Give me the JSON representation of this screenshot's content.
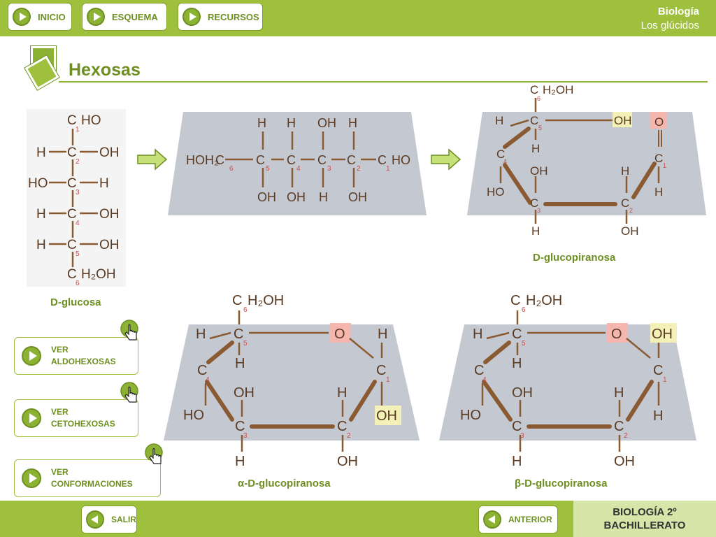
{
  "nav": {
    "inicio": "INICIO",
    "esquema": "ESQUEMA",
    "recursos": "RECURSOS"
  },
  "subject": {
    "line1": "Biología",
    "line2": "Los glúcidos"
  },
  "page_title": "Hexosas",
  "labels": {
    "d_glucosa": "D-glucosa",
    "d_glucopiranosa": "D-glucopiranosa",
    "alpha": "α-D-glucopiranosa",
    "beta": "β-D-glucopiranosa"
  },
  "side_buttons": {
    "aldo": [
      "VER",
      "ALDOHEXOSAS"
    ],
    "ceto": [
      "VER",
      "CETOHEXOSAS"
    ],
    "conf": [
      "VER",
      "CONFORMACIONES"
    ]
  },
  "bottom": {
    "salir": "SALIR",
    "anterior": "ANTERIOR",
    "course_line1": "BIOLOGÍA 2º",
    "course_line2": "BACHILLERATO"
  },
  "chem": {
    "C": "C",
    "H": "H",
    "O": "O",
    "HO": "HO",
    "OH": "OH",
    "H2OH": "H₂OH",
    "HOH2": "HOH₂",
    "n1": "1",
    "n2": "2",
    "n3": "3",
    "n4": "4",
    "n5": "5",
    "n6": "6"
  },
  "colors": {
    "brand_green": "#9ec03c",
    "dark_green": "#6e8f22",
    "panel_grey": "#c4c9d1",
    "bond_brown": "#8a5a32",
    "highlight_red": "#f4b6ae",
    "highlight_yellow": "#f3f0b8"
  },
  "icons": {
    "play": "play-icon",
    "back": "back-arrow-icon",
    "hand": "hand-pointer-icon",
    "arrow": "right-arrow-icon"
  }
}
